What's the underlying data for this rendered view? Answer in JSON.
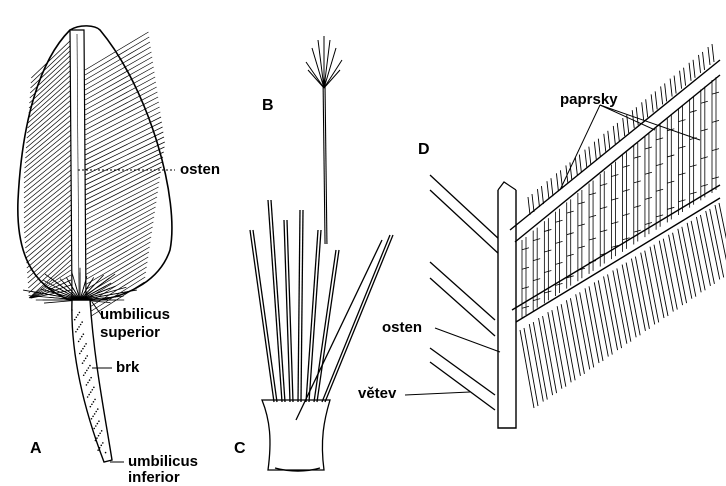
{
  "panels": {
    "a": "A",
    "b": "B",
    "c": "C",
    "d": "D"
  },
  "labels": {
    "osten_a": "osten",
    "umbilicus_superior": "umbilicus superior",
    "umbilicus_superior_line1": "umbilicus",
    "umbilicus_superior_line2": "superior",
    "brk": "brk",
    "umbilicus_inferior_line1": "umbilicus",
    "umbilicus_inferior_line2": "inferior",
    "paprsky": "paprsky",
    "osten_d": "osten",
    "vetev": "větev"
  },
  "colors": {
    "ink": "#000000",
    "paper": "#ffffff"
  }
}
